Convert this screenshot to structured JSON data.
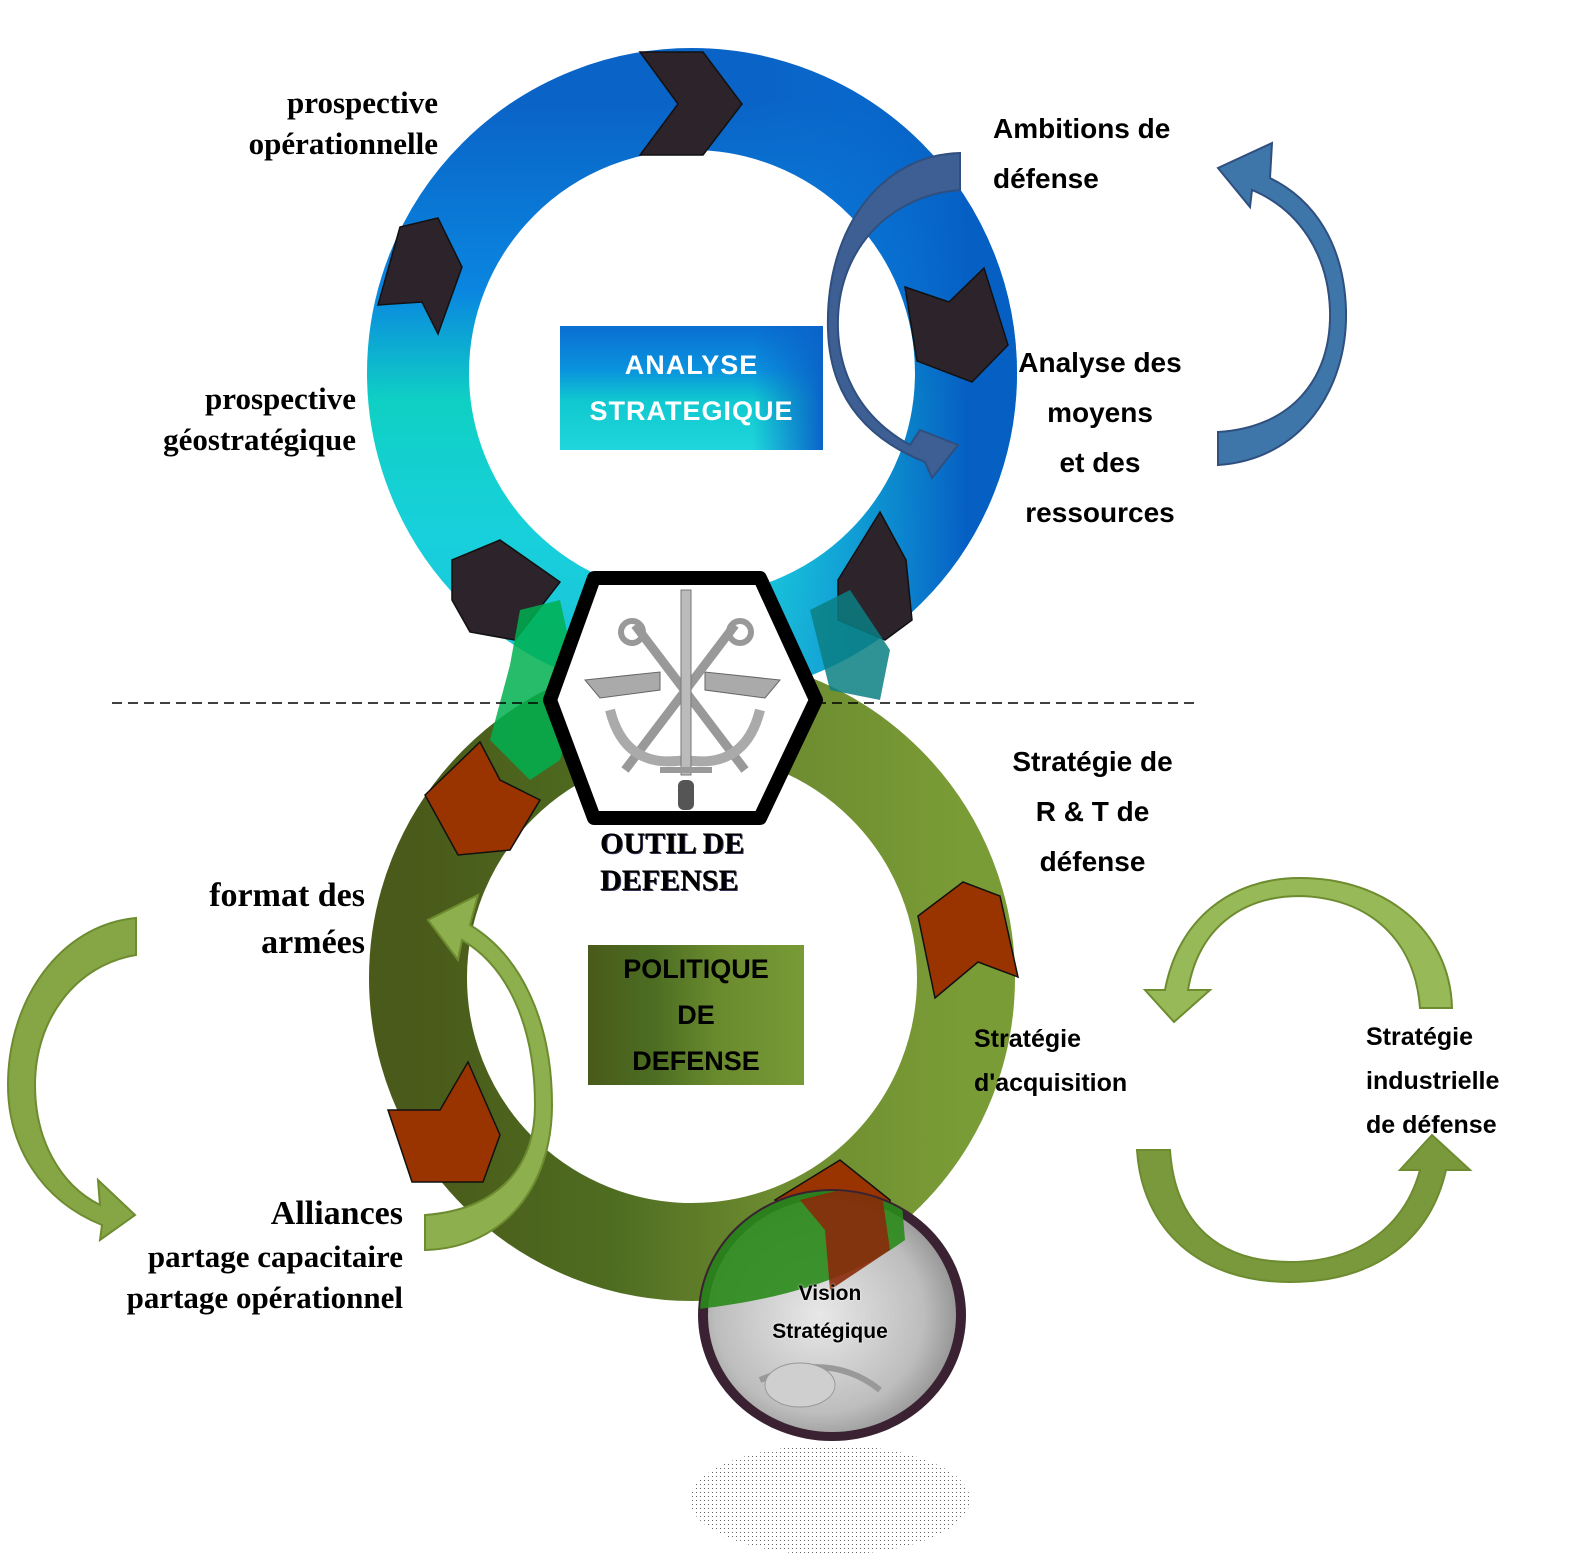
{
  "top_cycle": {
    "center_box": {
      "line1": "ANALYSE",
      "line2": "STRATEGIQUE"
    },
    "labels": {
      "prospective_operationnelle": [
        "prospective",
        "opérationnelle"
      ],
      "prospective_geostrategique": [
        "prospective",
        "géostratégique"
      ],
      "ambitions": [
        "Ambitions de",
        "défense"
      ],
      "analyse_moyens": [
        "Analyse des",
        "moyens",
        "et des",
        "ressources"
      ]
    },
    "colors": {
      "ring_top": "#0a6cd0",
      "ring_left": "#0fd3c0",
      "chevron": "#2c232b",
      "arrow": "#3d5f94"
    }
  },
  "center": {
    "emblem": "defense-emblem",
    "caption": [
      "OUTIL DE",
      "DEFENSE"
    ]
  },
  "bottom_cycle": {
    "center_box": {
      "line1": "POLITIQUE",
      "line2": "DE",
      "line3": "DEFENSE"
    },
    "labels": {
      "format_armees": [
        "format des",
        "armées"
      ],
      "alliances": [
        "Alliances",
        "partage capacitaire",
        "partage opérationnel"
      ],
      "strategie_rt": [
        "Stratégie de",
        "R & T de",
        "défense"
      ],
      "strategie_acquisition": [
        "Stratégie",
        "d'acquisition"
      ],
      "strategie_industrielle": [
        "Stratégie",
        "industrielle",
        "de défense"
      ]
    },
    "colors": {
      "ring": "#6d8c30",
      "ring_dark": "#4b5e1c",
      "chevron": "#993300",
      "arrow": "#9bba59"
    }
  },
  "coin": {
    "caption": [
      "Vision",
      "Stratégique"
    ]
  }
}
